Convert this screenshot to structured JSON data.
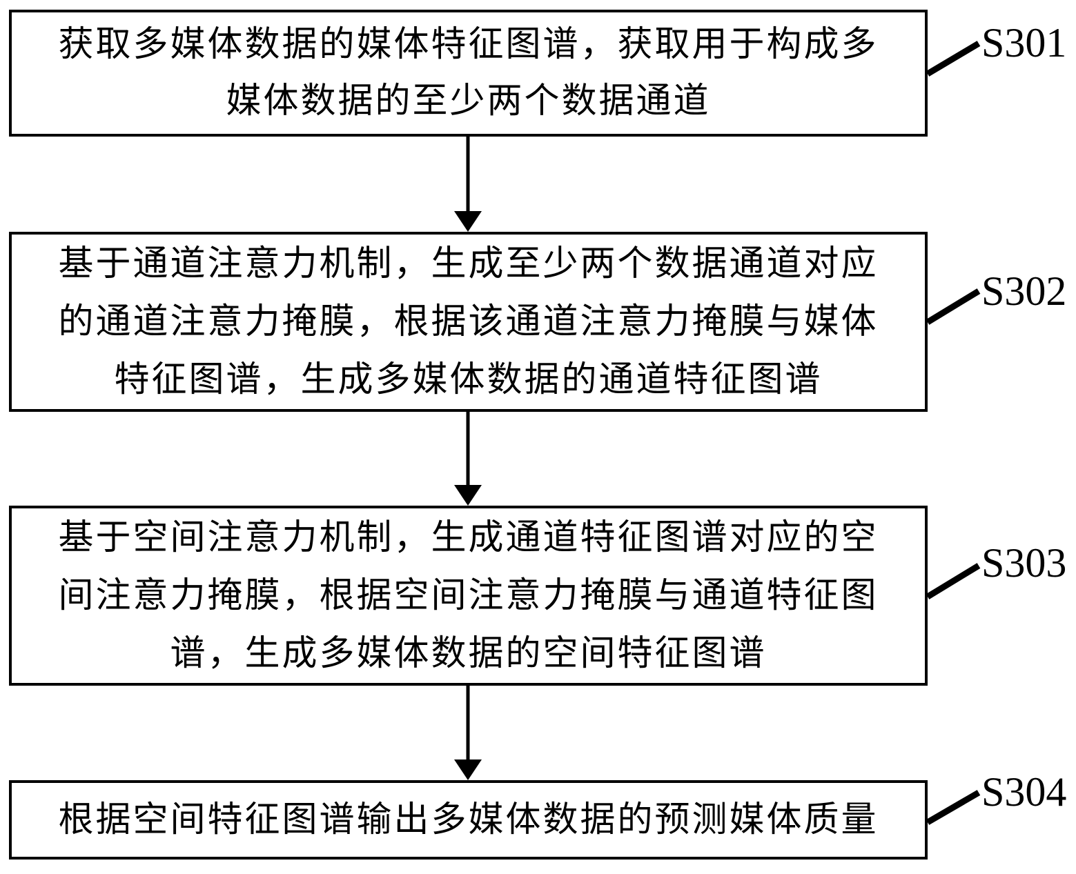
{
  "figure": {
    "type": "flowchart",
    "colors": {
      "foreground": "#000000",
      "background": "#ffffff"
    },
    "steps": [
      {
        "id": "S301",
        "label": "S301",
        "lines": [
          "获取多媒体数据的媒体特征图谱，获取用于构成多",
          "媒体数据的至少两个数据通道"
        ]
      },
      {
        "id": "S302",
        "label": "S302",
        "lines": [
          "基于通道注意力机制，生成至少两个数据通道对应",
          "的通道注意力掩膜，根据该通道注意力掩膜与媒体",
          "特征图谱，生成多媒体数据的通道特征图谱"
        ]
      },
      {
        "id": "S303",
        "label": "S303",
        "lines": [
          "基于空间注意力机制，生成通道特征图谱对应的空",
          "间注意力掩膜，根据空间注意力掩膜与通道特征图",
          "谱，生成多媒体数据的空间特征图谱"
        ]
      },
      {
        "id": "S304",
        "label": "S304",
        "lines": [
          "根据空间特征图谱输出多媒体数据的预测媒体质量"
        ]
      }
    ]
  }
}
